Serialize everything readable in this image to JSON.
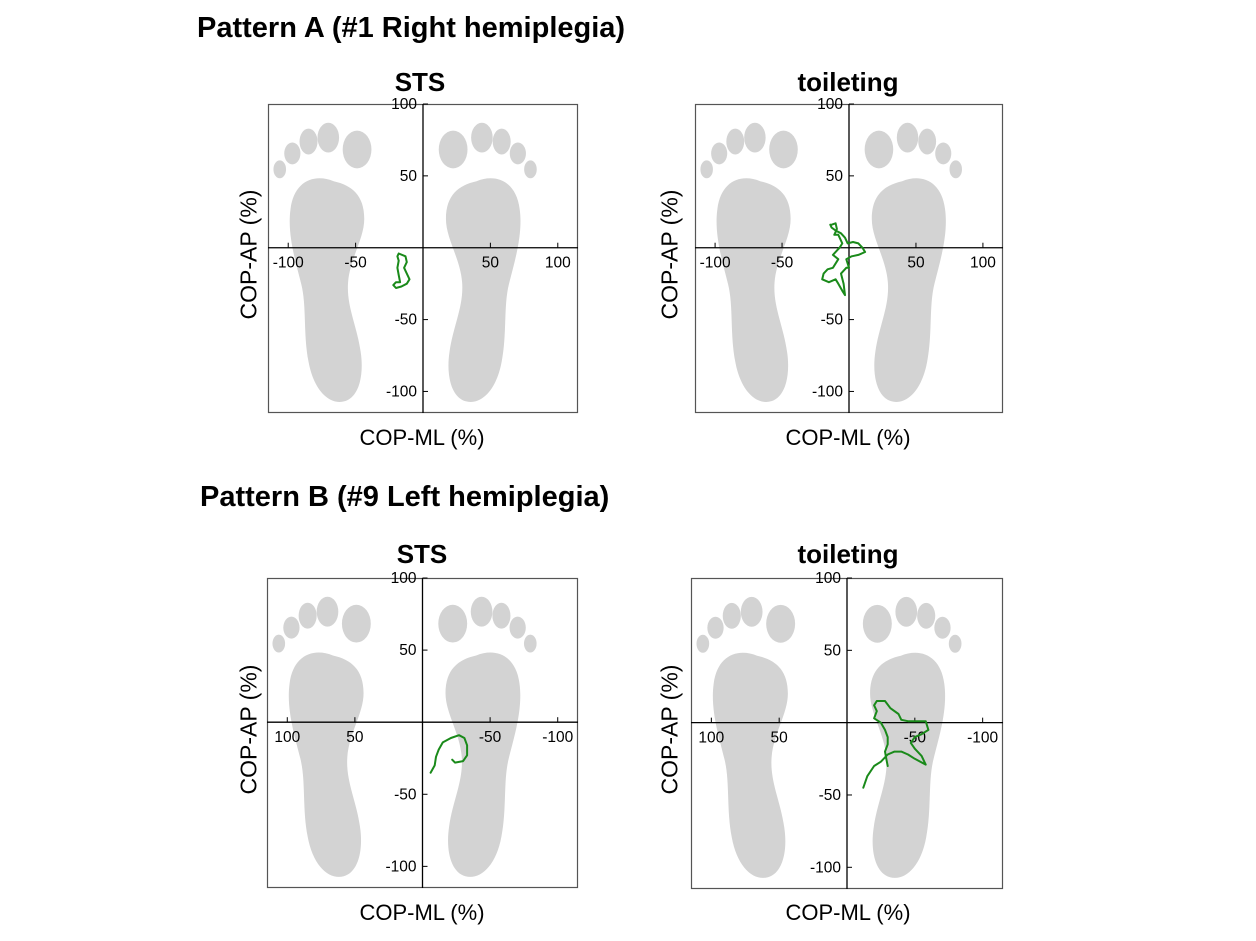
{
  "sections": [
    {
      "title": "Pattern A (#1 Right hemiplegia)"
    },
    {
      "title": "Pattern B (#9 Left hemiplegia)"
    }
  ],
  "colors": {
    "trajectory": "#1a8a1a",
    "footprint": "#d3d3d3",
    "axis": "#000000",
    "frame": "#555555"
  },
  "chart_data": [
    {
      "type": "line",
      "section": "Pattern A (#1 Right hemiplegia)",
      "title": "STS",
      "xlabel": "COP-ML (%)",
      "ylabel": "COP-AP (%)",
      "xlim": [
        -115,
        115
      ],
      "ylim": [
        -115,
        100
      ],
      "xticks": [
        -100,
        -50,
        50,
        100
      ],
      "xtick_labels": [
        "-100",
        "-50",
        "50",
        "100"
      ],
      "yticks": [
        100,
        50,
        -50,
        -100
      ],
      "ytick_labels": [
        "100",
        "50",
        "-50",
        "-100"
      ],
      "grid": false,
      "series": [
        {
          "points": [
            [
              -18,
              -4
            ],
            [
              -13,
              -6
            ],
            [
              -12,
              -10
            ],
            [
              -14,
              -14
            ],
            [
              -12,
              -18
            ],
            [
              -10,
              -22
            ],
            [
              -12,
              -25
            ],
            [
              -16,
              -27
            ],
            [
              -20,
              -28
            ],
            [
              -22,
              -26
            ],
            [
              -20,
              -24
            ],
            [
              -17,
              -24
            ],
            [
              -18,
              -19
            ],
            [
              -19,
              -14
            ],
            [
              -18,
              -9
            ],
            [
              -19,
              -6
            ],
            [
              -18,
              -4
            ]
          ]
        }
      ]
    },
    {
      "type": "line",
      "section": "Pattern A (#1 Right hemiplegia)",
      "title": "toileting",
      "xlabel": "COP-ML (%)",
      "ylabel": "COP-AP (%)",
      "xlim": [
        -115,
        115
      ],
      "ylim": [
        -115,
        100
      ],
      "xticks": [
        -100,
        -50,
        50,
        100
      ],
      "xtick_labels": [
        "-100",
        "-50",
        "50",
        "100"
      ],
      "yticks": [
        100,
        50,
        -50,
        -100
      ],
      "ytick_labels": [
        "100",
        "50",
        "-50",
        "-100"
      ],
      "grid": false,
      "series": [
        {
          "points": [
            [
              -13,
              16
            ],
            [
              -10,
              17
            ],
            [
              -9,
              13
            ],
            [
              -11,
              9
            ],
            [
              -8,
              9
            ],
            [
              -5,
              3
            ],
            [
              -7,
              0
            ],
            [
              -9,
              -2
            ],
            [
              -12,
              -5
            ],
            [
              -8,
              -8
            ],
            [
              -12,
              -14
            ],
            [
              -16,
              -15
            ],
            [
              -19,
              -18
            ],
            [
              -20,
              -22
            ],
            [
              -15,
              -24
            ],
            [
              -10,
              -22
            ],
            [
              -8,
              -25
            ],
            [
              -5,
              -30
            ],
            [
              -3,
              -33
            ],
            [
              -4,
              -25
            ],
            [
              -6,
              -18
            ],
            [
              -2,
              -14
            ],
            [
              0,
              -14
            ],
            [
              -2,
              -8
            ],
            [
              2,
              -6
            ],
            [
              7,
              -5
            ],
            [
              12,
              -3
            ],
            [
              10,
              0
            ],
            [
              7,
              3
            ],
            [
              3,
              4
            ],
            [
              -1,
              3
            ],
            [
              -3,
              7
            ],
            [
              -6,
              10
            ],
            [
              -10,
              12
            ],
            [
              -13,
              14
            ],
            [
              -14,
              16
            ]
          ]
        }
      ]
    },
    {
      "type": "line",
      "section": "Pattern B (#9 Left hemiplegia)",
      "title": "STS",
      "xlabel": "COP-ML (%)",
      "ylabel": "COP-AP (%)",
      "xlim": [
        115,
        -115
      ],
      "ylim": [
        -115,
        100
      ],
      "xticks": [
        100,
        50,
        -50,
        -100
      ],
      "xtick_labels": [
        "100",
        "50",
        "-50",
        "-100"
      ],
      "yticks": [
        100,
        50,
        -50,
        -100
      ],
      "ytick_labels": [
        "100",
        "50",
        "-50",
        "-100"
      ],
      "grid": false,
      "series": [
        {
          "points": [
            [
              -6,
              -35
            ],
            [
              -9,
              -30
            ],
            [
              -10,
              -24
            ],
            [
              -12,
              -19
            ],
            [
              -15,
              -14
            ],
            [
              -21,
              -11
            ],
            [
              -27,
              -9
            ],
            [
              -31,
              -11
            ],
            [
              -33,
              -16
            ],
            [
              -33,
              -23
            ],
            [
              -30,
              -27
            ],
            [
              -24,
              -28
            ],
            [
              -22,
              -26
            ]
          ]
        }
      ]
    },
    {
      "type": "line",
      "section": "Pattern B (#9 Left hemiplegia)",
      "title": "toileting",
      "xlabel": "COP-ML (%)",
      "ylabel": "COP-AP (%)",
      "xlim": [
        115,
        -115
      ],
      "ylim": [
        -115,
        100
      ],
      "xticks": [
        100,
        50,
        -50,
        -100
      ],
      "xtick_labels": [
        "100",
        "50",
        "-50",
        "-100"
      ],
      "yticks": [
        100,
        50,
        -50,
        -100
      ],
      "ytick_labels": [
        "100",
        "50",
        "-50",
        "-100"
      ],
      "grid": false,
      "series": [
        {
          "points": [
            [
              -12,
              -45
            ],
            [
              -15,
              -37
            ],
            [
              -20,
              -30
            ],
            [
              -25,
              -27
            ],
            [
              -30,
              -22
            ],
            [
              -35,
              -20
            ],
            [
              -40,
              -20
            ],
            [
              -45,
              -22
            ],
            [
              -50,
              -25
            ],
            [
              -58,
              -29
            ],
            [
              -55,
              -23
            ],
            [
              -50,
              -18
            ],
            [
              -47,
              -14
            ],
            [
              -50,
              -10
            ],
            [
              -55,
              -8
            ],
            [
              -60,
              -5
            ],
            [
              -58,
              1
            ],
            [
              -52,
              1
            ],
            [
              -45,
              1
            ],
            [
              -40,
              2
            ],
            [
              -38,
              6
            ],
            [
              -32,
              10
            ],
            [
              -28,
              15
            ],
            [
              -22,
              15
            ],
            [
              -20,
              12
            ],
            [
              -22,
              8
            ],
            [
              -20,
              3
            ],
            [
              -25,
              0
            ],
            [
              -28,
              -5
            ],
            [
              -30,
              -10
            ],
            [
              -30,
              -15
            ],
            [
              -28,
              -20
            ],
            [
              -29,
              -25
            ],
            [
              -30,
              -30
            ]
          ]
        }
      ]
    }
  ]
}
